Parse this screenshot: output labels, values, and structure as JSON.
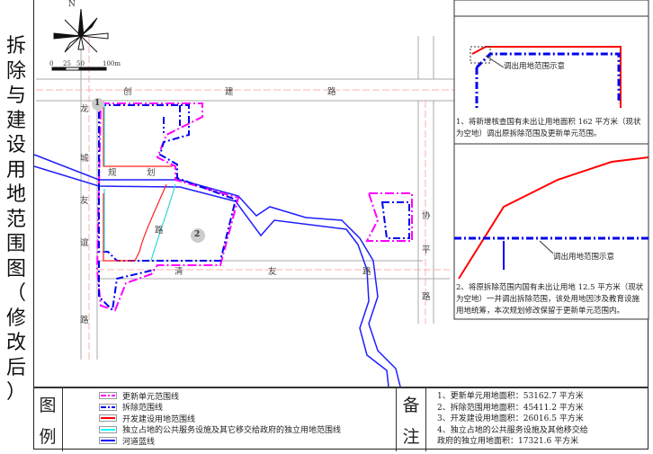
{
  "title_chars": [
    "拆",
    "除",
    "与",
    "建",
    "设",
    "用",
    "地",
    "范",
    "围",
    "图",
    "（",
    "修",
    "改",
    "后",
    "）"
  ],
  "compass": {
    "north": "N",
    "scale_labels": [
      "0",
      "25",
      "50",
      "100m"
    ]
  },
  "roads": {
    "chuangjian": [
      "创",
      "建",
      "路"
    ],
    "longcheng": [
      "龙",
      "城",
      "友",
      "谊",
      "路"
    ],
    "guihua": [
      "规",
      "划",
      "路"
    ],
    "qingyou": [
      "清",
      "友",
      "路"
    ],
    "xieping": [
      "协",
      "平",
      "路"
    ]
  },
  "parcels": [
    "1",
    "2"
  ],
  "insets": [
    {
      "callout": "调出用地范围示意",
      "note": "1、将新增核查国有未出让用地面积 162 平方米（现状为空地）调出原拆除范围及更新单元范围。"
    },
    {
      "callout": "调出用地范围示意",
      "note": "2、将原拆除范围内国有未出让用地 12.5 平方米（现状为空地）一并调出拆除范围，该处用地因涉及教育设施用地统筹，本次规划修改保留于更新单元范围内。"
    }
  ],
  "legend": {
    "heading": [
      "图",
      "例"
    ],
    "items": [
      {
        "label": "更新单元范围线",
        "color": "#ff00ff"
      },
      {
        "label": "拆除范围线",
        "color": "#0000ee"
      },
      {
        "label": "开发建设用地范围线",
        "color": "#ff0000"
      },
      {
        "label": "独立占地的公共服务设施及其它移交给政府的独立用地范围线",
        "color": "#00ffff"
      },
      {
        "label": "河道蓝线",
        "color": "#0000ff"
      }
    ]
  },
  "notes": {
    "heading": [
      "备",
      "注"
    ],
    "lines": [
      "1、更新单元用地面积：53162.7 平方米",
      "2、拆除范围用地面积：45411.2 平方米",
      "3、开发建设用地面积：26016.5 平方米",
      "4、独立占地的公共服务设施及其他移交给",
      "政府的独立用地面积：17321.6 平方米"
    ]
  }
}
